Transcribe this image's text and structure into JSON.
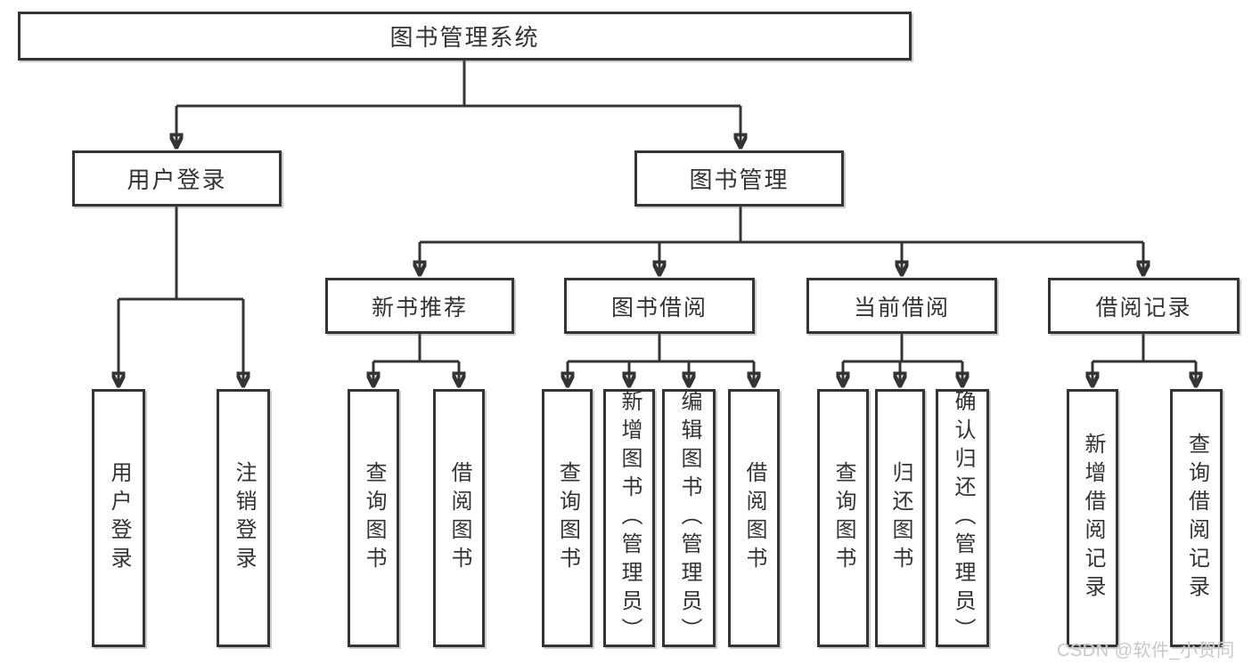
{
  "diagram": {
    "root": {
      "label": "图书管理系统"
    },
    "level2": {
      "user_login": {
        "label": "用户登录"
      },
      "book_mgmt": {
        "label": "图书管理"
      }
    },
    "level3": {
      "new_book_rec": {
        "label": "新书推荐"
      },
      "book_borrow": {
        "label": "图书借阅"
      },
      "current_borrow": {
        "label": "当前借阅"
      },
      "borrow_records": {
        "label": "借阅记录"
      }
    },
    "leaves": {
      "user_login_sub": [
        "用户登录",
        "注销登录"
      ],
      "new_book_rec_sub": [
        "查询图书",
        "借阅图书"
      ],
      "book_borrow_sub": [
        "查询图书",
        "新增图书（管理员）",
        "编辑图书（管理员）",
        "借阅图书"
      ],
      "current_borrow_sub": [
        "查询图书",
        "归还图书",
        "确认归还（管理员）"
      ],
      "borrow_records_sub": [
        "新增借阅记录",
        "查询借阅记录"
      ]
    },
    "watermark": "CSDN @软件_小贺同学",
    "colors": {
      "line": "#343434",
      "box_border": "#343434",
      "box_fill": "#ffffff",
      "text": "#333333",
      "watermark": "#c8c8c8",
      "bg": "#ffffff"
    }
  }
}
